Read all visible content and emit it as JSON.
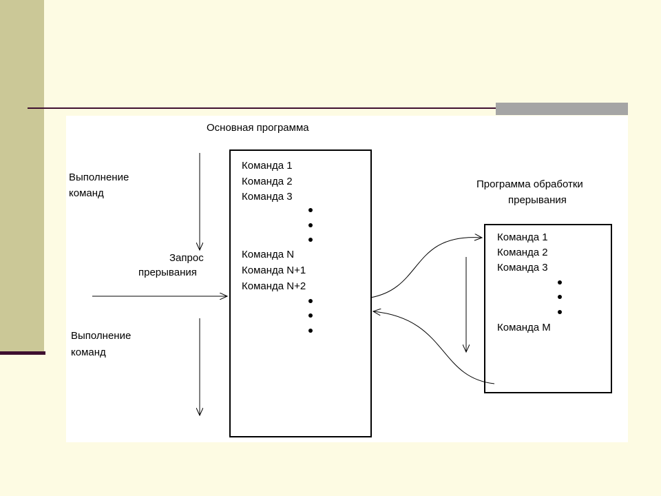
{
  "main_program": {
    "title": "Основная программа",
    "commands": [
      "Команда 1",
      "Команда 2",
      "Команда 3",
      "Команда N",
      "Команда N+1",
      "Команда N+2"
    ]
  },
  "handler_program": {
    "title_line1": "Программа обработки",
    "title_line2": "прерывания",
    "commands": [
      "Команда 1",
      "Команда 2",
      "Команда 3",
      "Команда М"
    ]
  },
  "labels": {
    "exec_top_line1": "Выполнение",
    "exec_top_line2": "команд",
    "interrupt_line1": "Запрос",
    "interrupt_line2": "прерывания",
    "exec_bottom_line1": "Выполнение",
    "exec_bottom_line2": "команд"
  }
}
